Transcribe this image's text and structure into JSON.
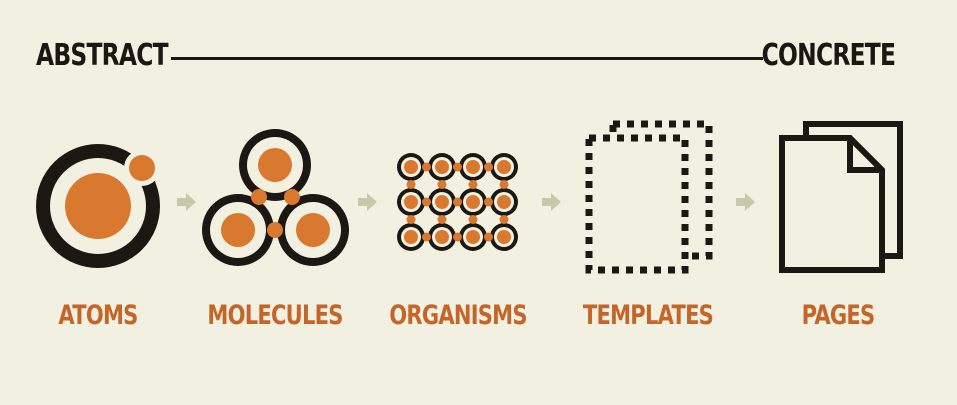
{
  "scale": {
    "left_label": "ABSTRACT",
    "right_label": "CONCRETE"
  },
  "stages": [
    {
      "label": "ATOMS",
      "icon": "atom-icon"
    },
    {
      "label": "MOLECULES",
      "icon": "molecule-icon"
    },
    {
      "label": "ORGANISMS",
      "icon": "organism-icon"
    },
    {
      "label": "TEMPLATES",
      "icon": "template-icon"
    },
    {
      "label": "PAGES",
      "icon": "pages-icon"
    }
  ],
  "colors": {
    "background": "#f2f0e0",
    "ink": "#1c1713",
    "accent": "#d9782f",
    "label": "#c4652a",
    "arrow": "#c9c8a8"
  }
}
